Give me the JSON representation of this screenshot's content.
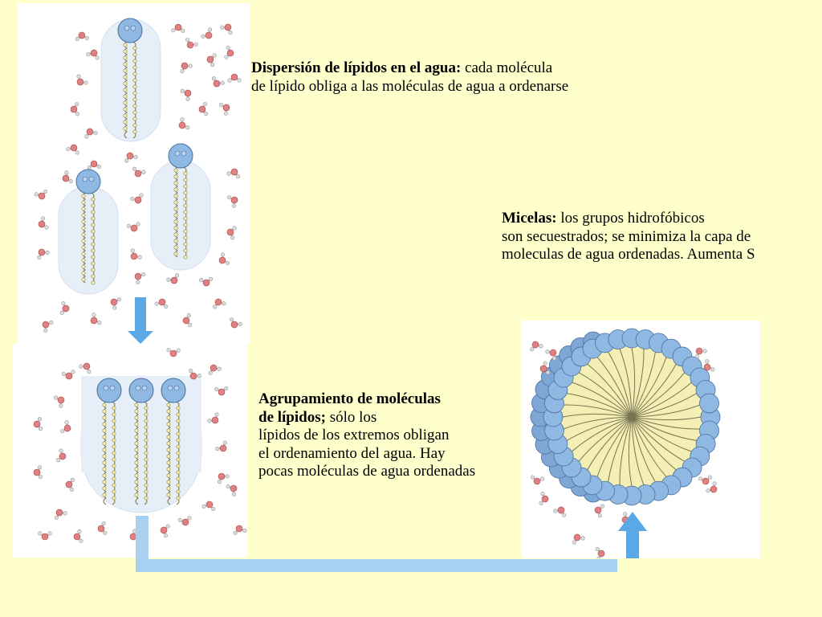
{
  "captions": {
    "dispersion": {
      "title": "Dispersión de lípidos en el agua:",
      "body": " cada molécula\nde lípido obliga a las moléculas de agua a ordenarse"
    },
    "micelas": {
      "title": "Micelas:",
      "body": " los grupos hidrofóbicos\nson secuestrados; se minimiza la capa de\nmoleculas de agua ordenadas. Aumenta S"
    },
    "agrupamiento": {
      "title": "Agrupamiento de moléculas\nde lípidos;",
      "body": " sólo los\nlípidos de los extremos obligan\n el ordenamiento del agua. Hay\npocas moléculas de agua ordenadas"
    }
  },
  "colors": {
    "background": "#ffffcc",
    "arrow": "#5aa9e6",
    "connector": "#a8d0f0",
    "head_group": "#8fb8e3",
    "tail": "#f4efb5",
    "shell": "#e6eef8",
    "water_oxygen": "#e08080"
  }
}
